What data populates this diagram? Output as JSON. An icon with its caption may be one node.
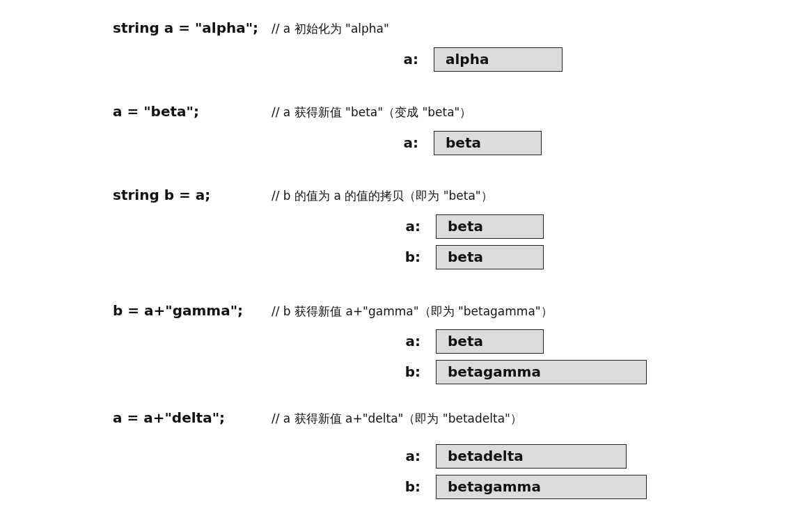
{
  "diagram": {
    "nodes": [
      {
        "text": [
          "alpha"
        ],
        "beside": [
          "a:"
        ]
      },
      {
        "text": [
          "beta"
        ],
        "beside": [
          "a:"
        ]
      },
      {
        "text": [
          "beta"
        ],
        "beside": [
          "a:"
        ]
      },
      {
        "text": [
          "beta"
        ],
        "beside": [
          "b:"
        ]
      },
      {
        "text": [
          "beta"
        ],
        "beside": [
          "a:"
        ]
      },
      {
        "text": [
          "betagamma"
        ],
        "beside": [
          "b:"
        ]
      },
      {
        "text": [
          "betadelta"
        ],
        "beside": [
          "a:"
        ]
      },
      {
        "text": [
          "betagamma"
        ],
        "beside": [
          "b:"
        ]
      }
    ],
    "labels": [
      "string a = \"alpha\";",
      "// a 初始化为 \"alpha\"",
      "a = \"beta\";",
      "// a 获得新值 \"beta\"（变成 \"beta\"）",
      "string b = a;",
      "// b 的值为 a 的值的拷贝（即为 \"beta\"）",
      "b = a+\"gamma\";",
      "// b 获得新值 a+\"gamma\"（即为 \"betagamma\"）",
      "a = a+\"delta\";",
      "// a 获得新值 a+\"delta\"（即为 \"betadelta\"）"
    ]
  }
}
